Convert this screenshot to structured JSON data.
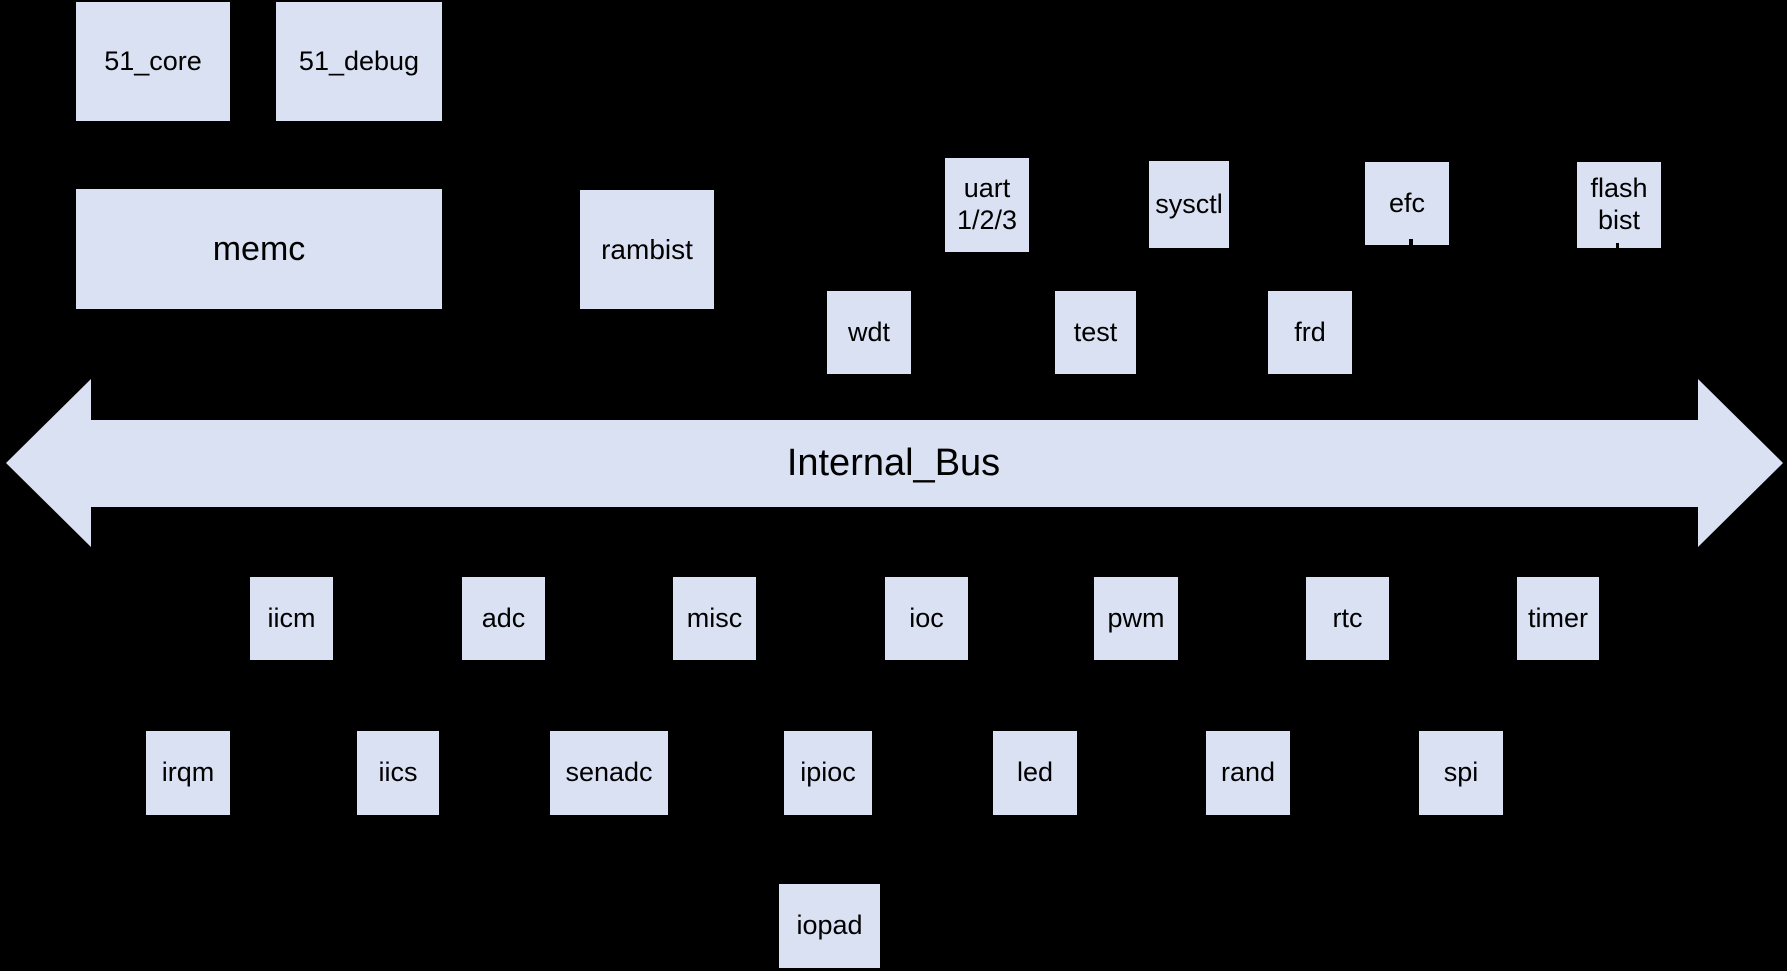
{
  "diagram": {
    "type": "soc-block-diagram",
    "colors": {
      "background": "#000000",
      "block_fill": "#dae1f2",
      "bus_fill": "#dae1f2",
      "text": "#000000"
    },
    "bus": {
      "label": "Internal_Bus"
    },
    "blocks": {
      "core51": {
        "label": "51_core"
      },
      "debug51": {
        "label": "51_debug"
      },
      "memc": {
        "label": "memc"
      },
      "rambist": {
        "label": "rambist"
      },
      "uart": {
        "label": "uart\n1/2/3"
      },
      "sysctl": {
        "label": "sysctl"
      },
      "efc": {
        "label": "efc"
      },
      "flashbist": {
        "label": "flash\nbist"
      },
      "wdt": {
        "label": "wdt"
      },
      "test": {
        "label": "test"
      },
      "frd": {
        "label": "frd"
      },
      "iicm": {
        "label": "iicm"
      },
      "adc": {
        "label": "adc"
      },
      "misc": {
        "label": "misc"
      },
      "ioc": {
        "label": "ioc"
      },
      "pwm": {
        "label": "pwm"
      },
      "rtc": {
        "label": "rtc"
      },
      "timer": {
        "label": "timer"
      },
      "irqm": {
        "label": "irqm"
      },
      "iics": {
        "label": "iics"
      },
      "senadc": {
        "label": "senadc"
      },
      "ipioc": {
        "label": "ipioc"
      },
      "led": {
        "label": "led"
      },
      "rand": {
        "label": "rand"
      },
      "spi": {
        "label": "spi"
      },
      "iopad": {
        "label": "iopad"
      }
    }
  }
}
